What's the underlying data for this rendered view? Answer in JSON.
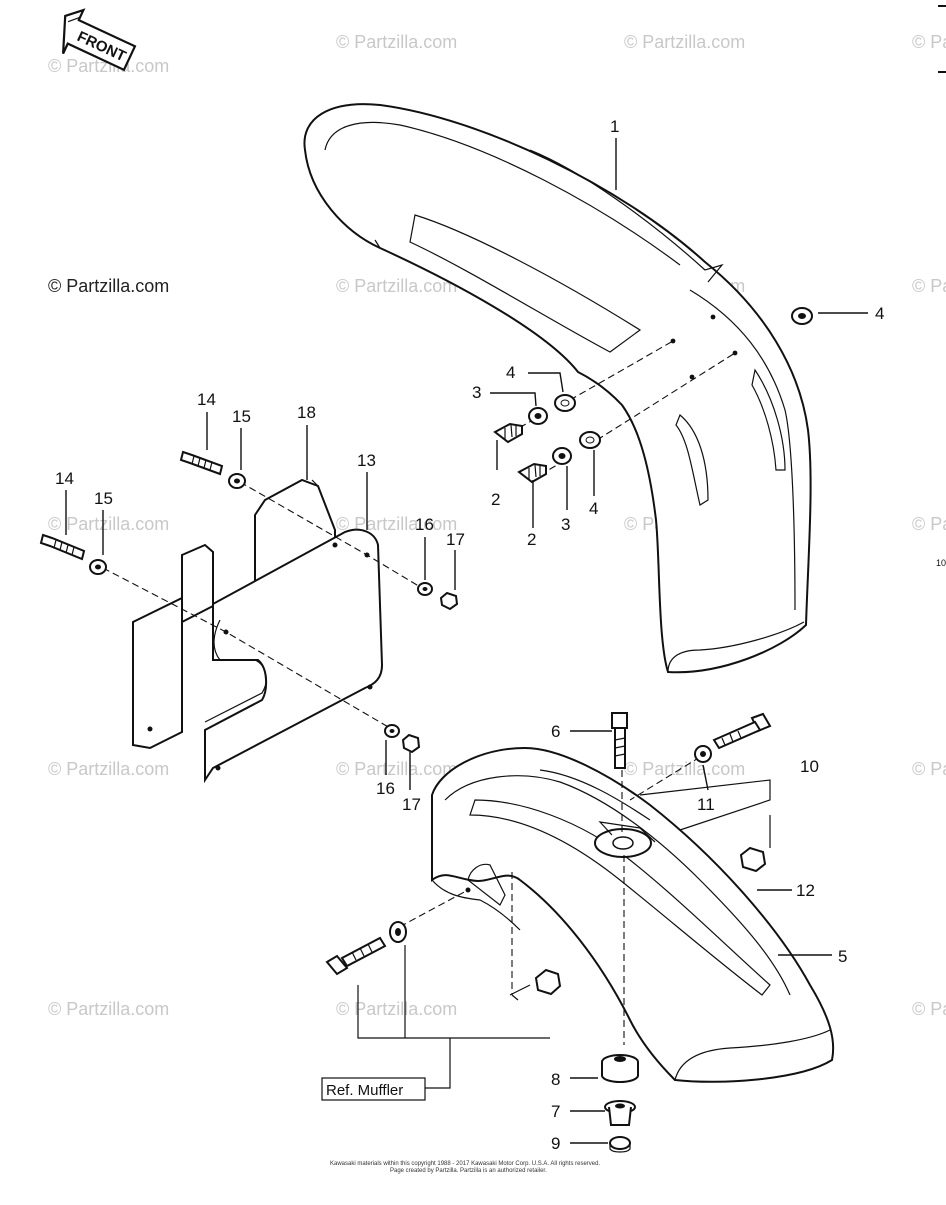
{
  "watermark_text": "© Partzilla.com",
  "front_label": "FRONT",
  "ref_box_label": "Ref. Muffler",
  "edge_text": "10",
  "footer_line1": "Kawasaki materials within this copyright 1988 - 2017 Kawasaki Motor Corp. U.S.A. All rights reserved.",
  "footer_line2": "Page created by Partzilla. Partzilla is an authorized retailer.",
  "callouts": {
    "c1": "1",
    "c2a": "2",
    "c2b": "2",
    "c3a": "3",
    "c3b": "3",
    "c4a": "4",
    "c4b": "4",
    "c4c": "4",
    "c5": "5",
    "c6": "6",
    "c7": "7",
    "c8": "8",
    "c9": "9",
    "c10": "10",
    "c11": "11",
    "c12": "12",
    "c13": "13",
    "c14a": "14",
    "c14b": "14",
    "c15a": "15",
    "c15b": "15",
    "c16a": "16",
    "c16b": "16",
    "c17a": "17",
    "c17b": "17",
    "c18": "18"
  }
}
